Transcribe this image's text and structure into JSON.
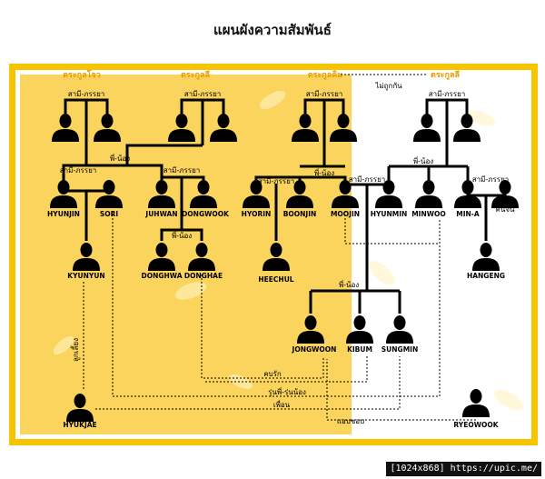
{
  "title": "แผนผังความสัมพันธ์",
  "family_labels": {
    "jo": "ตระกูลโจว",
    "lee_left": "ตระกูลลี",
    "kim": "ตระกูลคิม",
    "lee_right": "ตระกูลลี"
  },
  "relation_labels": {
    "spouse": "สามี-ภรรยา",
    "sibling": "พี่-น้อง",
    "dislike": "ไม่ถูกกัน",
    "lover": "คนจีน",
    "adopted": "ลูกเลี้ยง",
    "dating": "คบรัก",
    "senior_junior": "รุ่นพี่-รุ่นน้อง",
    "friend": "เพื่อน",
    "secret": "แอบชอบ"
  },
  "people": {
    "hyunjin": "HYUNJIN",
    "sori": "SORI",
    "juhwan": "JUHWAN",
    "dongwook": "DONGWOOK",
    "hyorin": "HYORIN",
    "boonjin": "BOONJIN",
    "moojin": "MOOJIN",
    "hyunmin": "HYUNMIN",
    "minwoo": "MINWOO",
    "mina": "MIN-A",
    "kyunyun": "KYUNYUN",
    "donghwa": "DONGHWA",
    "donghae": "DONGHAE",
    "heechul": "HEECHUL",
    "hangeng": "HANGENG",
    "jongwoon": "JONGWOON",
    "kibum": "KIBUM",
    "sungmin": "SUNGMIN",
    "hyukjae": "HYUKJAE",
    "ryeowook": "RYEOWOOK"
  },
  "footer": "[1024x868] https://upic.me/",
  "colors": {
    "frame": "#f6c400",
    "panel": "#fbd45e",
    "silhouette": "#000000",
    "line": "#000000"
  }
}
